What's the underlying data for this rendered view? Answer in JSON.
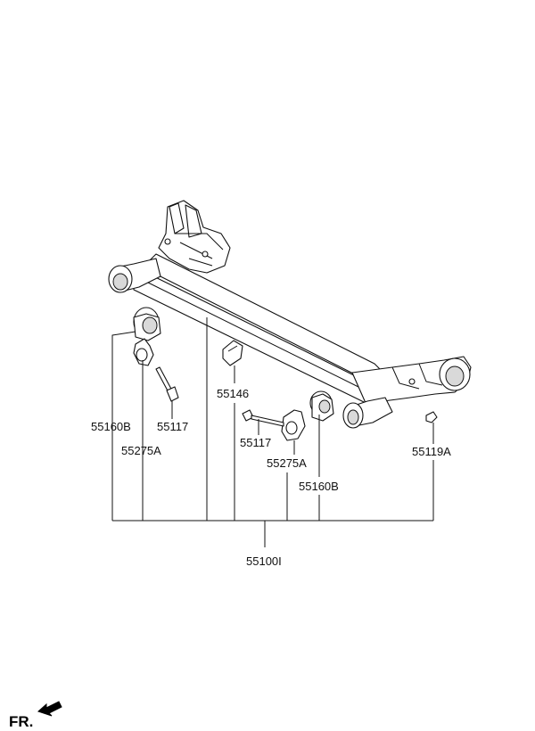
{
  "diagram": {
    "parts": {
      "bushing_left": "55160B",
      "bushing_right": "55160B",
      "bracket_left": "55275A",
      "bracket_right": "55275A",
      "bolt_left": "55117",
      "bolt_right": "55117",
      "stopper": "55146",
      "nut": "55119A",
      "assembly": "55100I"
    },
    "direction_label": "FR."
  }
}
